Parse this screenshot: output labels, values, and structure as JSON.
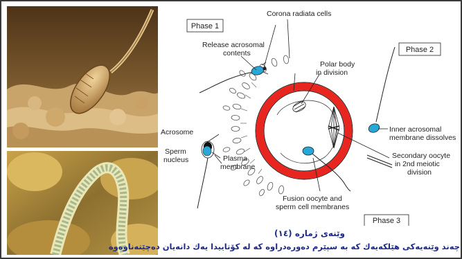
{
  "labels": {
    "corona_radiata": "Corona radiata cells",
    "phase1": "Phase 1",
    "phase2": "Phase 2",
    "phase3": "Phase 3",
    "release_acrosomal_1": "Release acrosomal",
    "release_acrosomal_2": "contents",
    "polar_body_1": "Polar body",
    "polar_body_2": "in division",
    "acrosome": "Acrosome",
    "sperm_nucleus_1": "Sperm",
    "sperm_nucleus_2": "nucleus",
    "plasma_membrane_1": "Plasma",
    "plasma_membrane_2": "membrane",
    "inner_acrosomal_1": "Inner acrosomal",
    "inner_acrosomal_2": "membrane dissolves",
    "secondary_oocyte_1": "Secondary oocyte",
    "secondary_oocyte_2": "in 2nd meiotic",
    "secondary_oocyte_3": "division",
    "fusion_1": "Fusion oocyte and",
    "fusion_2": "sperm cell membranes"
  },
  "caption": {
    "title": "وێنەی ژمارە (١٤)",
    "text": "چەند وێنەیەکی هێلکەیەك کە بە سپێرم دەورەدراوە کە لە کۆتاییدا یەك دانەیان دەچێتەناوەوە"
  },
  "colors": {
    "zona_pellucida": "#e8261f",
    "sperm_head": "#29a8d8",
    "caption_text": "#1e2a8a",
    "photo_top_bg": "#6b4a26",
    "photo_bottom_bg": "#a98a3e"
  }
}
